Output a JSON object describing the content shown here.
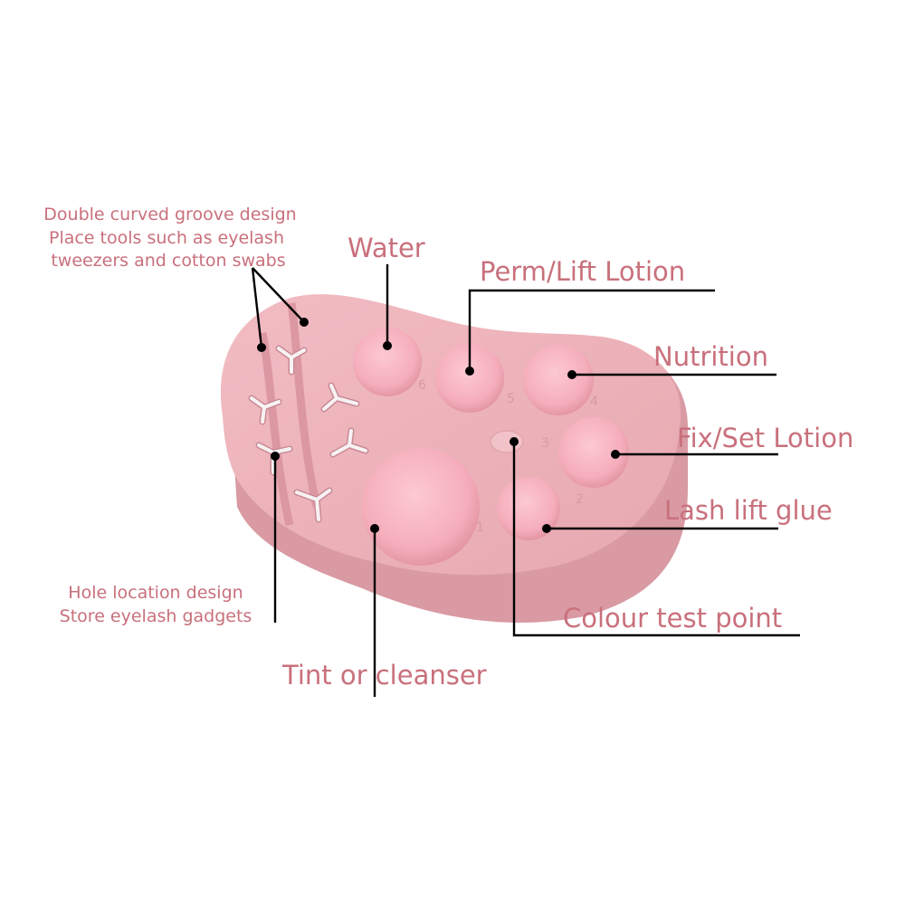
{
  "labels": {
    "water": "Water",
    "perm_lift_lotion": "Perm/Lift Lotion",
    "nutrition": "Nutrition",
    "fix_set_lotion": "Fix/Set Lotion",
    "lash_lift_glue": "Lash lift glue",
    "colour_test_point": "Colour test point",
    "tint_or_cleanser": "Tint or cleanser",
    "groove_line1": "Double curved groove design",
    "groove_line2": "Place tools such as eyelash",
    "groove_line3": "tweezers and cotton swabs",
    "hole_line1": "Hole location design",
    "hole_line2": "Store eyelash gadgets"
  },
  "wells": {
    "n1": "1",
    "n2": "2",
    "n3": "3",
    "n4": "4",
    "n5": "5",
    "n6": "6"
  },
  "colors": {
    "label": "#c9707c",
    "pad_top": "#ebb0b7",
    "pad_side": "#d89aa2",
    "well": "#f6b4c0",
    "leader": "#000000"
  }
}
